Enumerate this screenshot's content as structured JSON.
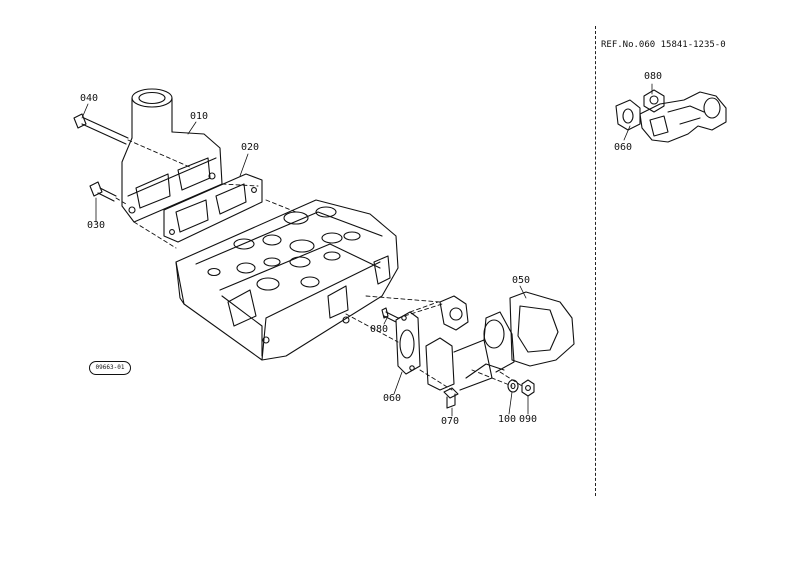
{
  "reference": {
    "text": "REF.No.060 15841-1235-0"
  },
  "figure_code": "09663-01",
  "part_labels": {
    "p040": "040",
    "p010": "010",
    "p020": "020",
    "p030": "030",
    "p050": "050",
    "p080": "080",
    "p060": "060",
    "p070": "070",
    "p100": "100",
    "p090": "090",
    "inset080": "080",
    "inset060": "060"
  }
}
